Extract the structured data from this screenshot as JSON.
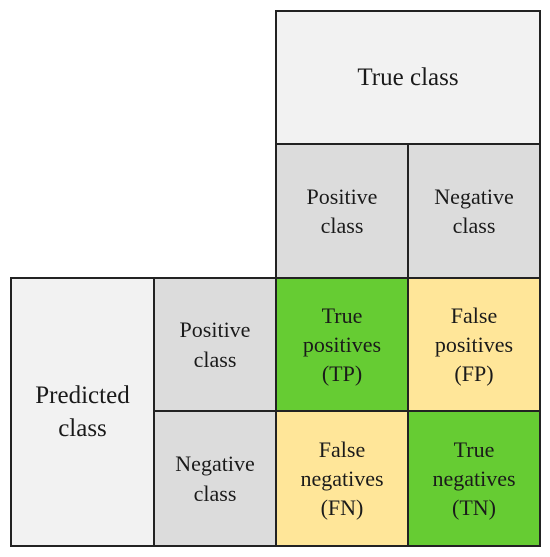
{
  "true_class": {
    "title": "True class",
    "positive": "Positive\nclass",
    "negative": "Negative\nclass"
  },
  "predicted_class": {
    "title": "Predicted\nclass",
    "positive": "Positive\nclass",
    "negative": "Negative\nclass"
  },
  "matrix": {
    "tp": "True\npositives\n(TP)",
    "fp": "False\npositives\n(FP)",
    "fn": "False\nnegatives\n(FN)",
    "tn": "True\nnegatives\n(TN)"
  },
  "colors": {
    "correct": "#66cc33",
    "incorrect": "#ffe699",
    "header_main": "#f2f2f2",
    "header_sub": "#dcdcdc"
  }
}
